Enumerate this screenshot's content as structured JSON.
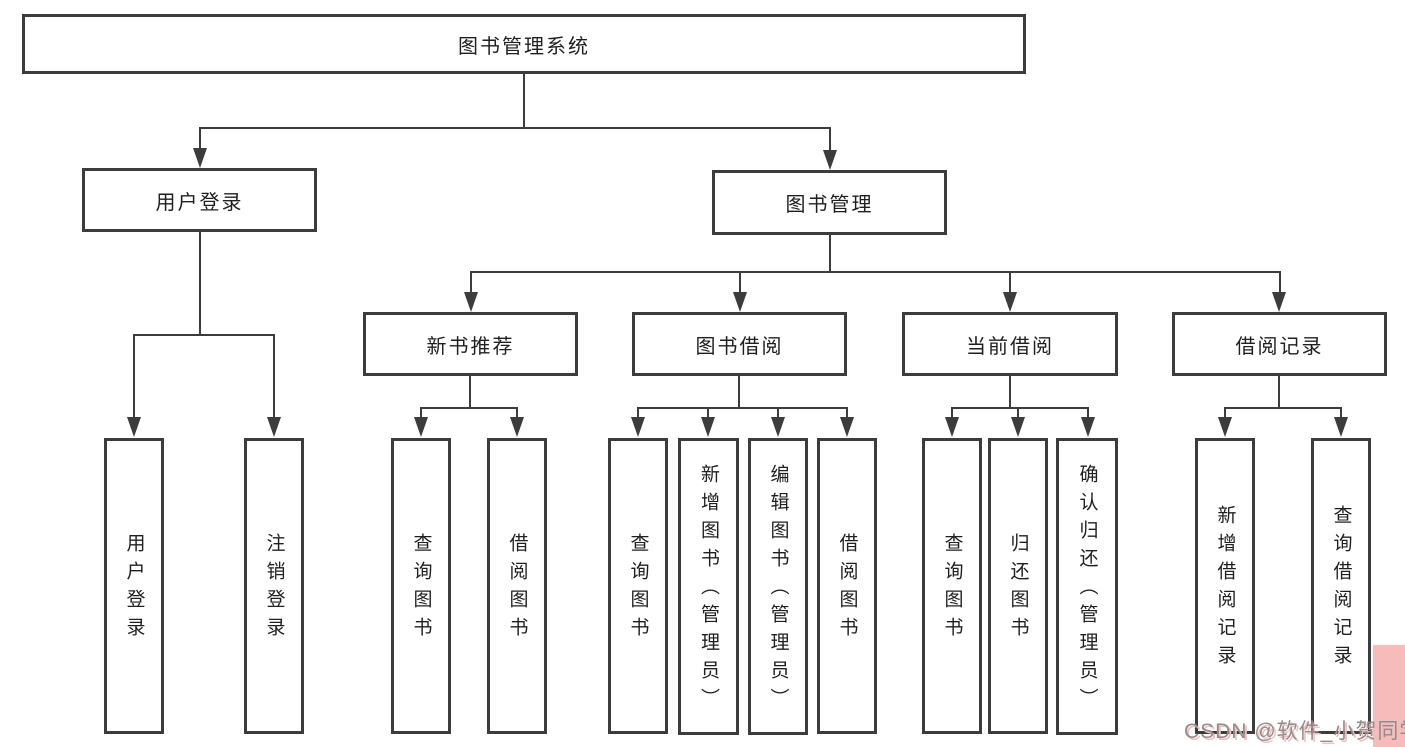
{
  "tree": {
    "root": {
      "label": "图书管理系统"
    },
    "branches": [
      {
        "label": "用户登录",
        "children": [
          {
            "label": "用户登录"
          },
          {
            "label": "注销登录"
          }
        ]
      },
      {
        "label": "图书管理",
        "children": [
          {
            "label": "新书推荐",
            "children": [
              {
                "label": "查询图书"
              },
              {
                "label": "借阅图书"
              }
            ]
          },
          {
            "label": "图书借阅",
            "children": [
              {
                "label": "查询图书"
              },
              {
                "label": "新增图书（管理员）"
              },
              {
                "label": "编辑图书（管理员）"
              },
              {
                "label": "借阅图书"
              }
            ]
          },
          {
            "label": "当前借阅",
            "children": [
              {
                "label": "查询图书"
              },
              {
                "label": "归还图书"
              },
              {
                "label": "确认归还（管理员）"
              }
            ]
          },
          {
            "label": "借阅记录",
            "children": [
              {
                "label": "新增借阅记录"
              },
              {
                "label": "查询借阅记录"
              }
            ]
          }
        ]
      }
    ]
  },
  "watermark": {
    "text": "CSDN @软件_小贺同学"
  },
  "colors": {
    "line": "#3c3c3c",
    "text": "#1f1f1f",
    "watermark_grey": "#8e8e8e",
    "watermark_pink": "#f6bcbc"
  }
}
